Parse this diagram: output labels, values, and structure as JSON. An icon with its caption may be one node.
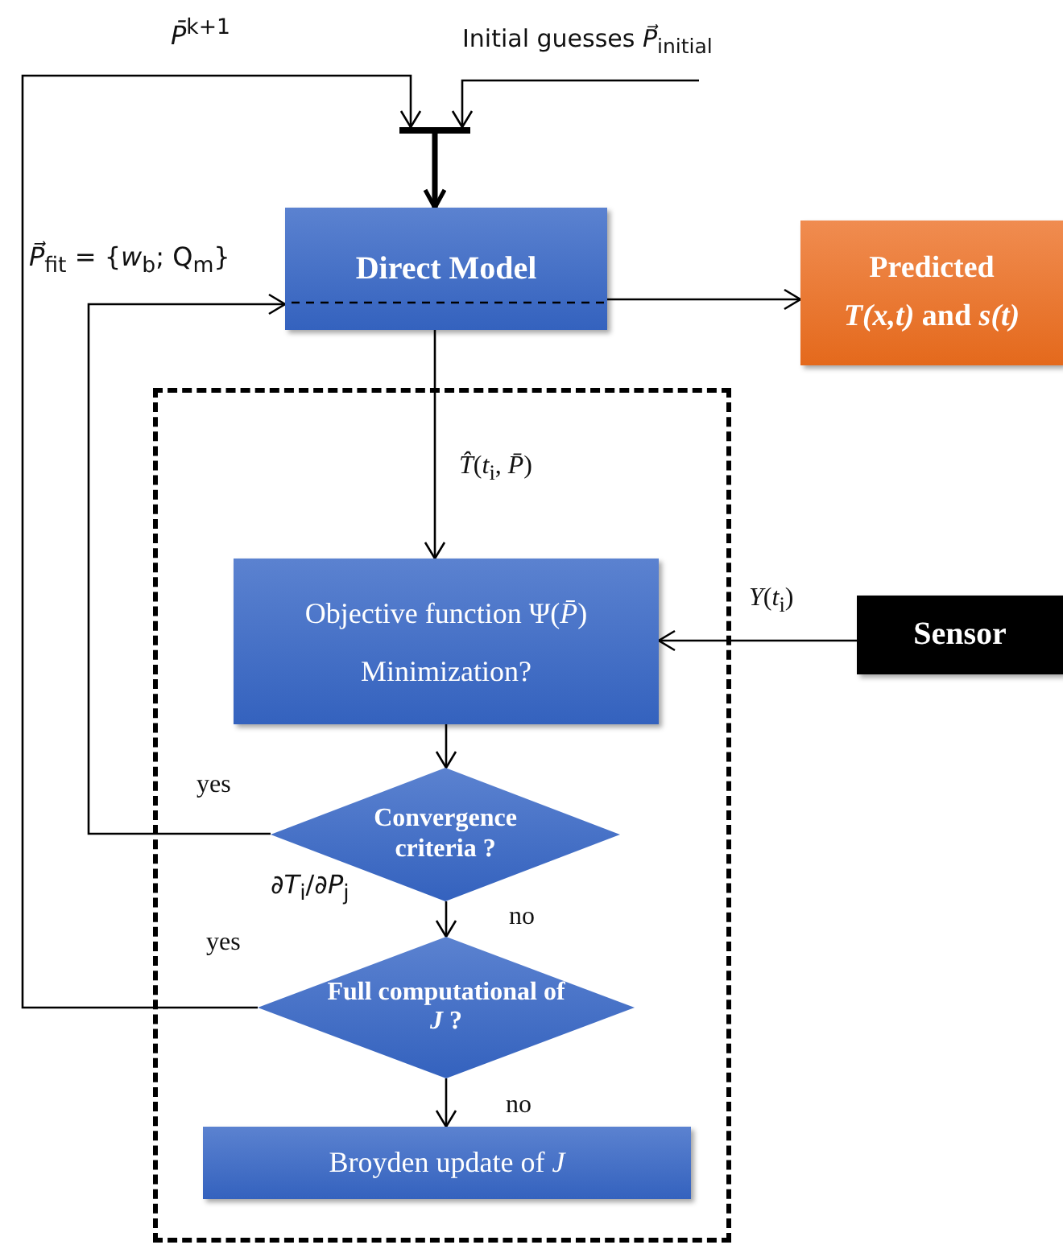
{
  "diagram": {
    "nodes": [
      {
        "text": [],
        "shape": "box"
      },
      {
        "text": [
          "Direct Model"
        ]
      },
      {
        "text": [
          "Predicted *T(x,t)* and *s(t)*"
        ]
      },
      {
        "text": [
          "Objective function Ψ(*P̄*) Minimization?"
        ],
        "in": 0
      },
      {
        "text": [
          "Sensor"
        ]
      },
      {
        "text": [
          "Convergence criteria ?"
        ],
        "in": 0
      },
      {
        "text": [
          "Full computational of *J* ?"
        ],
        "in": 0
      },
      {
        "text": [
          "Broyden update of *J*"
        ],
        "in": 0
      },
      {
        "text": [],
        "shape": "bar"
      }
    ],
    "edges": [
      {
        "from": 6,
        "to": 8,
        "arrow": "to",
        "label": "yes"
      },
      {
        "from": null,
        "to": 8,
        "arrow": "to",
        "label": "Initial guesses *P⃗*$_{initial}$"
      },
      {
        "from": 8,
        "to": 1,
        "arrow": "to",
        "style": "thick"
      },
      {
        "from": 5,
        "to": 1,
        "arrow": "to",
        "label": "yes"
      },
      {
        "from": 1,
        "to": 2,
        "arrow": "to"
      },
      {
        "from": 1,
        "to": 3,
        "arrow": "to",
        "label": "*T̂*(*t*$_{i}$, *P̄*)"
      },
      {
        "from": 4,
        "to": 3,
        "arrow": "to",
        "label": "*Y*(*t*$_{i}$)"
      },
      {
        "from": 3,
        "to": 5,
        "arrow": "to"
      },
      {
        "from": 5,
        "to": 6,
        "arrow": "to",
        "label": "no"
      },
      {
        "from": 6,
        "to": 7,
        "arrow": "to",
        "label": "no"
      }
    ],
    "labels": [
      "*P̄*$^{k+1}$",
      "*P⃗*$_{fit}$ = {*w*$_{b}$; Q$_{m}$}",
      "∂*T*$_{i}$/∂*P*$_{j}$"
    ]
  }
}
